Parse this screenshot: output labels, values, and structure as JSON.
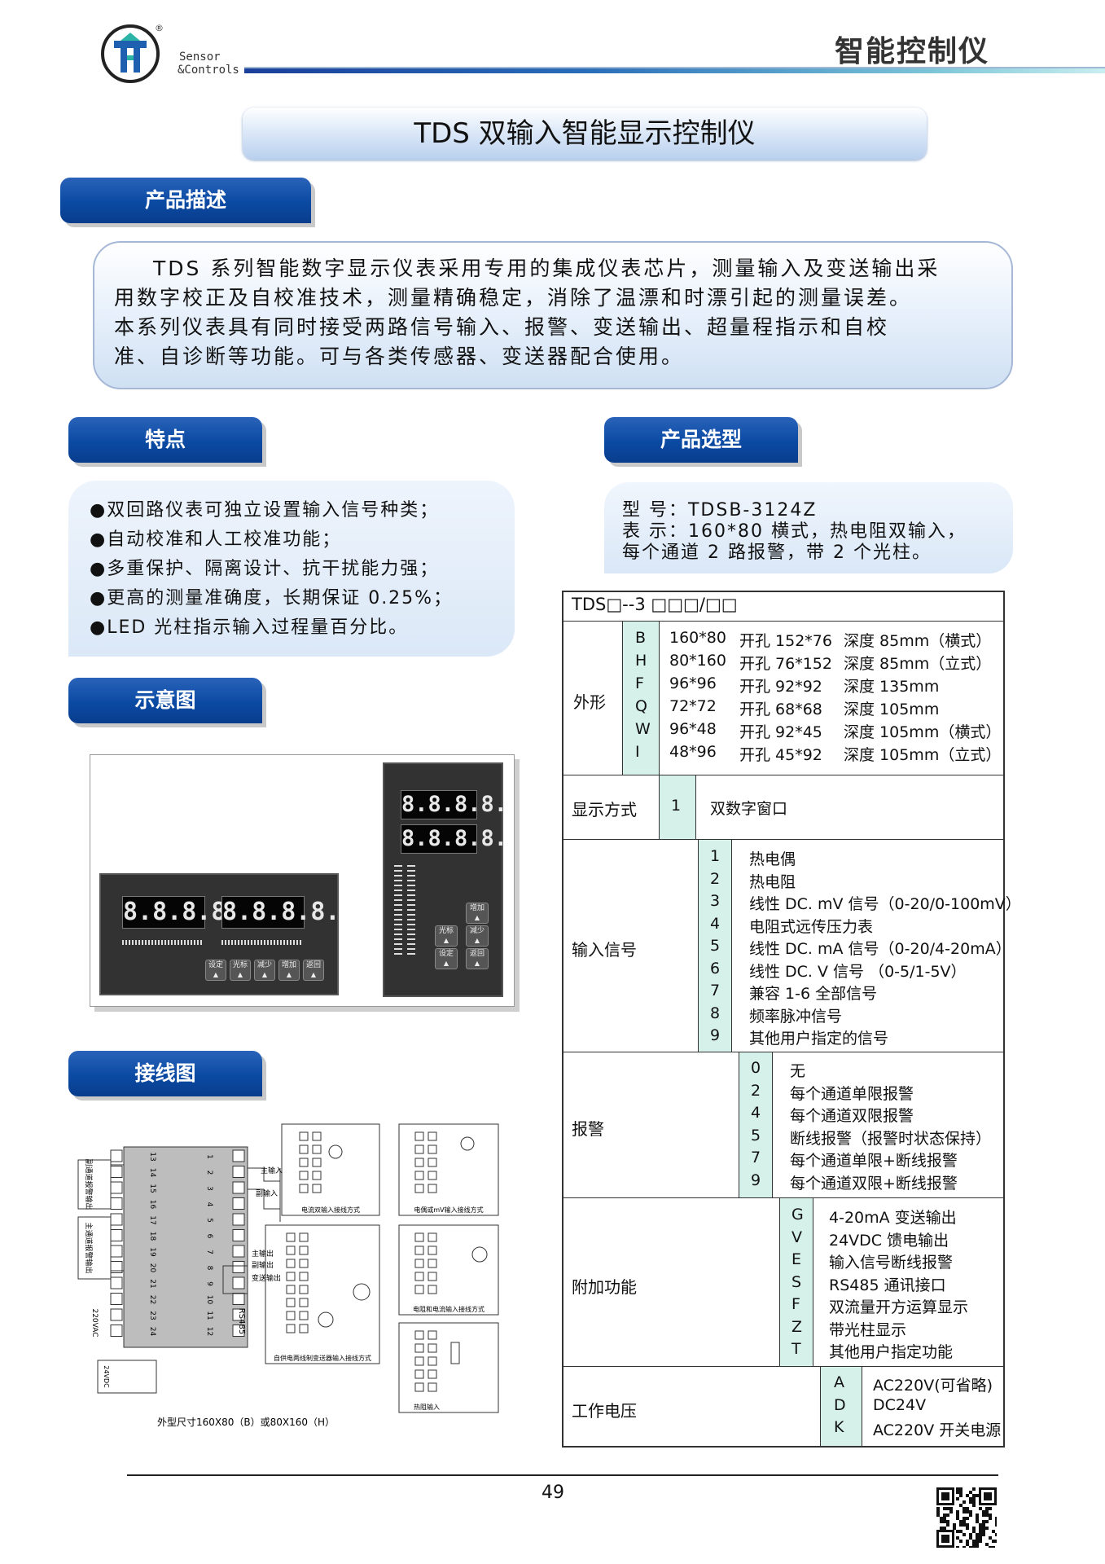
{
  "header": {
    "logo_line1": "Sensor",
    "logo_line2": "&Controls",
    "reg_mark": "®",
    "category": "智能控制仪"
  },
  "title": "TDS 双输入智能显示控制仪",
  "sections": {
    "description": "产品描述",
    "features": "特点",
    "selection": "产品选型",
    "schematic": "示意图",
    "wiring": "接线图"
  },
  "description": {
    "lines": [
      "TDS 系列智能数字显示仪表采用专用的集成仪表芯片，测量输入及变送输出采",
      "用数字校正及自校准技术，测量精确稳定，消除了温漂和时漂引起的测量误差。",
      "本系列仪表具有同时接受两路信号输入、报警、变送输出、超量程指示和自校",
      "准、自诊断等功能。可与各类传感器、变送器配合使用。"
    ]
  },
  "features": [
    "●双回路仪表可独立设置输入信号种类；",
    "●自动校准和人工校准功能；",
    "●多重保护、隔离设计、抗干扰能力强；",
    "●更高的测量准确度，长期保证 0.25%；",
    "●LED 光柱指示输入过程量百分比。"
  ],
  "selection": {
    "model_line": "型 号：TDSB-3124Z",
    "meaning_line1": "表 示：160*80 横式，热电阻双输入，",
    "meaning_line2": "每个通道 2 路报警，带 2 个光柱。"
  },
  "table": {
    "code_header": "TDS□--3 □□□/□□",
    "shape": {
      "label": "外形",
      "rows": [
        {
          "code": "B",
          "size": "160*80",
          "cut": "开孔 152*76",
          "depth": "深度 85mm（横式）"
        },
        {
          "code": "H",
          "size": "80*160",
          "cut": "开孔 76*152",
          "depth": "深度 85mm（立式）"
        },
        {
          "code": "F",
          "size": "96*96",
          "cut": "开孔 92*92",
          "depth": "深度 135mm"
        },
        {
          "code": "Q",
          "size": "72*72",
          "cut": "开孔 68*68",
          "depth": "深度 105mm"
        },
        {
          "code": "W",
          "size": "96*48",
          "cut": "开孔 92*45",
          "depth": "深度 105mm（横式）"
        },
        {
          "code": "I",
          "size": "48*96",
          "cut": "开孔 45*92",
          "depth": "深度 105mm（立式）"
        }
      ]
    },
    "display": {
      "label": "显示方式",
      "code": "1",
      "desc": "双数字窗口"
    },
    "input": {
      "label": "输入信号",
      "rows": [
        {
          "code": "1",
          "desc": "热电偶"
        },
        {
          "code": "2",
          "desc": "热电阻"
        },
        {
          "code": "3",
          "desc": "线性 DC. mV 信号（0-20/0-100mV）"
        },
        {
          "code": "4",
          "desc": "电阻式远传压力表"
        },
        {
          "code": "5",
          "desc": "线性 DC. mA 信号（0-20/4-20mA）"
        },
        {
          "code": "6",
          "desc": "线性 DC. V 信号  （0-5/1-5V）"
        },
        {
          "code": "7",
          "desc": "兼容 1-6 全部信号"
        },
        {
          "code": "8",
          "desc": "频率脉冲信号"
        },
        {
          "code": "9",
          "desc": "其他用户指定的信号"
        }
      ]
    },
    "alarm": {
      "label": "报警",
      "rows": [
        {
          "code": "0",
          "desc": "无"
        },
        {
          "code": "2",
          "desc": "每个通道单限报警"
        },
        {
          "code": "4",
          "desc": "每个通道双限报警"
        },
        {
          "code": "5",
          "desc": "断线报警（报警时状态保持）"
        },
        {
          "code": "7",
          "desc": "每个通道单限+断线报警"
        },
        {
          "code": "9",
          "desc": "每个通道双限+断线报警"
        }
      ]
    },
    "extra": {
      "label": "附加功能",
      "rows": [
        {
          "code": "G",
          "desc": "4-20mA 变送输出"
        },
        {
          "code": "V",
          "desc": "24VDC 馈电输出"
        },
        {
          "code": "E",
          "desc": "输入信号断线报警"
        },
        {
          "code": "S",
          "desc": "RS485 通讯接口"
        },
        {
          "code": "F",
          "desc": "双流量开方运算显示"
        },
        {
          "code": "Z",
          "desc": "带光柱显示"
        },
        {
          "code": "T",
          "desc": "其他用户指定功能"
        }
      ]
    },
    "power": {
      "label": "工作电压",
      "rows": [
        {
          "code": "A",
          "desc": "AC220V(可省略)"
        },
        {
          "code": "D",
          "desc": "DC24V"
        },
        {
          "code": "K",
          "desc": "AC220V 开关电源"
        }
      ]
    }
  },
  "schematic": {
    "display_digits": "8.8.8.8.",
    "h_buttons": [
      "设定",
      "光标",
      "减少",
      "增加",
      "返回"
    ],
    "v_buttons": [
      "增加",
      "光标",
      "减少",
      "设定",
      "返回"
    ]
  },
  "wiring": {
    "caption": "外型尺寸160X80（B）或80X160（H）",
    "left_terms": [
      "13",
      "14",
      "15",
      "16",
      "17",
      "18",
      "19",
      "20",
      "21",
      "22",
      "23",
      "24"
    ],
    "right_terms": [
      "1",
      "2",
      "3",
      "4",
      "5",
      "6",
      "7",
      "8",
      "9",
      "10",
      "11",
      "12"
    ],
    "labels": {
      "main_in": "主输入",
      "sub_in": "副输入",
      "main_out": "主输出",
      "sub_out": "副输出",
      "transmit": "变送输出",
      "rs485": "RS485",
      "ac": "220VAC",
      "dc": "24VDC",
      "side1": "副通道报警输出",
      "side2": "主通道报警输出",
      "cap1": "电流双输入接线方式",
      "cap2": "电偶或mV输入接线方式",
      "cap3": "自供电两线制变送器输入接线方式",
      "cap4": "电阻和电流输入接线方式",
      "cap5": "热阻输入"
    }
  },
  "footer": {
    "page": "49"
  }
}
